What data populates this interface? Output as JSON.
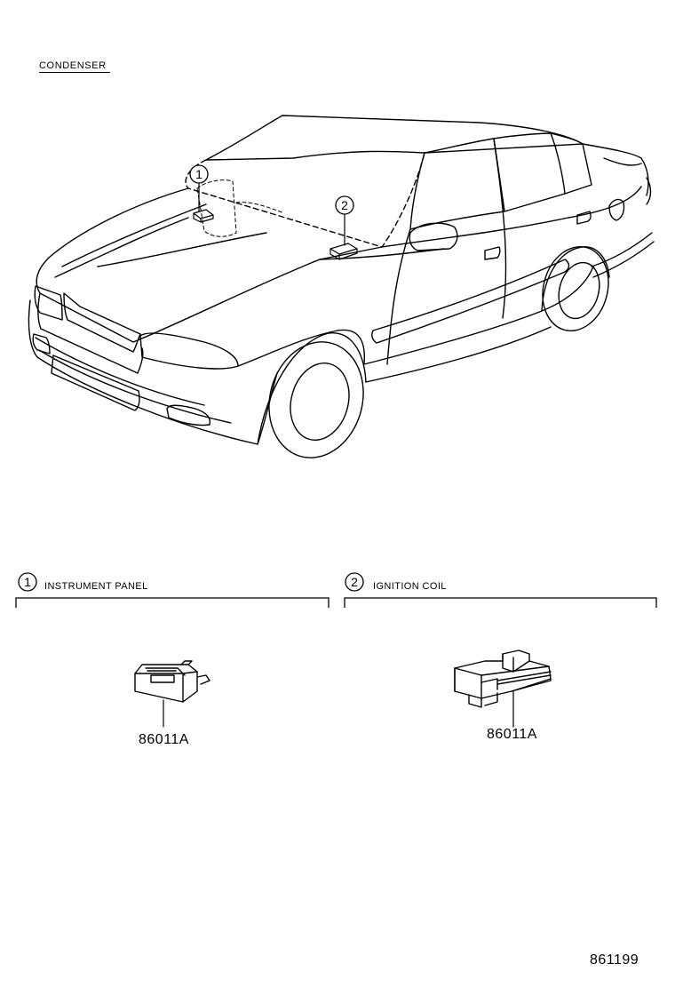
{
  "title": "CONDENSER",
  "callouts": [
    {
      "number": "1",
      "label": "INSTRUMENT PANEL",
      "part_number": "86011A"
    },
    {
      "number": "2",
      "label": "IGNITION COIL",
      "part_number": "86011A"
    }
  ],
  "diagram_code": "861199"
}
